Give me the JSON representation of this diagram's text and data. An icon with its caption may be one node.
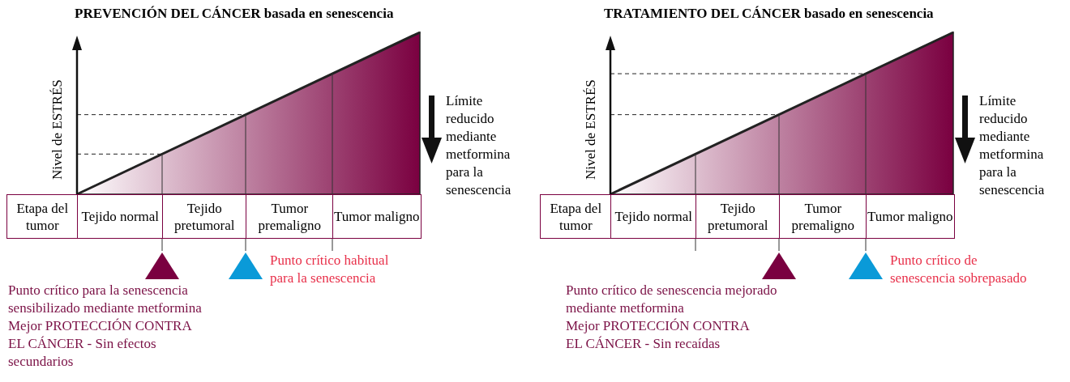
{
  "diagram": {
    "labels": [
      "PREVENCIÓN DEL CÁNCER basada en senescencia",
      "Nivel de ESTRÉS",
      "Límite reducido mediante metformina para la senescencia",
      "Etapa del tumor",
      "Tejido normal",
      "Tejido pretumoral",
      "Tumor premaligno",
      "Tumor maligno",
      "Punto crítico habitual para la senescencia",
      "Punto crítico para la senescencia sensibilizado mediante metformina",
      "Mejor PROTECCIÓN CONTRA EL CÁNCER - Sin efectos secundarios",
      "TRATAMIENTO DEL CÁNCER basado en senescencia",
      "Nivel de ESTRÉS",
      "Límite reducido mediante metformina para la senescencia",
      "Etapa del tumor",
      "Tejido normal",
      "Tejido pretumoral",
      "Tumor premaligno",
      "Tumor maligno",
      "Punto crítico de senescencia sobrepasado",
      "Punto crítico de senescencia mejorado mediante metformina",
      "Mejor PROTECCIÓN CONTRA EL CÁNCER - Sin recaídas"
    ]
  }
}
